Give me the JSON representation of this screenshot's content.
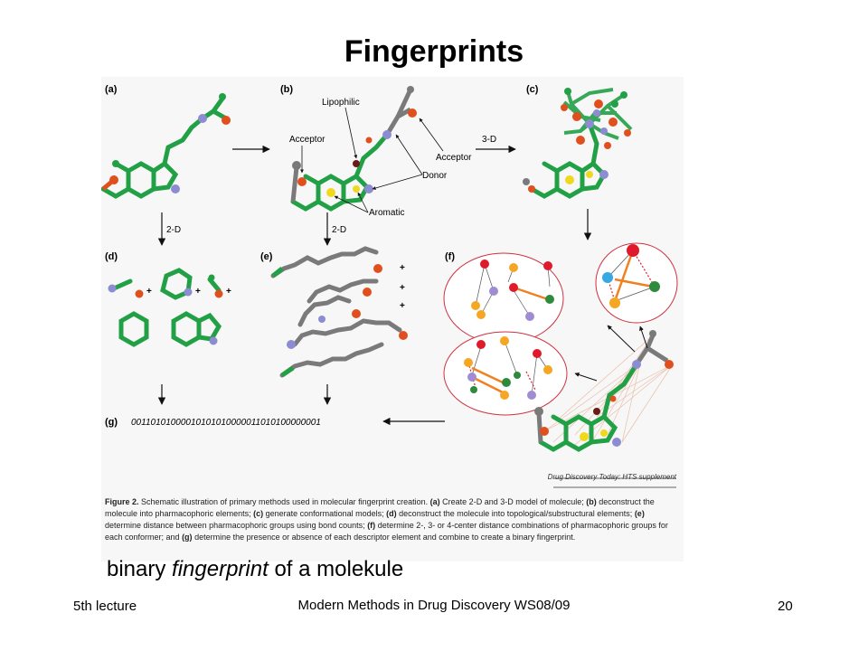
{
  "slide": {
    "title": "Fingerprints",
    "subtitle_prefix": "binary ",
    "subtitle_italic": "fingerprint",
    "subtitle_suffix": " of a molekule",
    "footer_left": "5th lecture",
    "footer_center": "Modern Methods in Drug Discovery WS08/09",
    "footer_right": "20"
  },
  "figure": {
    "panels": {
      "a": "(a)",
      "b": "(b)",
      "c": "(c)",
      "d": "(d)",
      "e": "(e)",
      "f": "(f)",
      "g": "(g)"
    },
    "annotations": {
      "lipophilic": "Lipophilic",
      "acceptor_left": "Acceptor",
      "acceptor_right": "Acceptor",
      "donor": "Donor",
      "aromatic": "Aromatic",
      "three_d": "3-D",
      "two_d_left": "2-D",
      "two_d_right": "2-D"
    },
    "bitstring": "00110101000010101010000011010100000001",
    "credit": "Drug Discovery Today: HTS supplement",
    "caption": {
      "figure_label": "Figure 2.",
      "intro": " Schematic illustration of primary methods used in molecular fingerprint creation. ",
      "a_label": "(a)",
      "a_text": " Create 2-D and 3-D model of molecule; ",
      "b_label": "(b)",
      "b_text": " deconstruct the molecule into pharmacophoric elements; ",
      "c_label": "(c)",
      "c_text": " generate conformational models; ",
      "d_label": "(d)",
      "d_text": " deconstruct the molecule into topological/substructural elements; ",
      "e_label": "(e)",
      "e_text": " determine distance between pharmacophoric groups using bond counts; ",
      "f_label": "(f)",
      "f_text": " determine 2-, 3- or 4-center distance combinations of pharmacophoric groups for each conformer; and ",
      "g_label": "(g)",
      "g_text": " determine the presence or absence of each descriptor element and combine to create a binary fingerprint."
    }
  },
  "colors": {
    "carbon": "#22a046",
    "oxygen": "#e0501e",
    "nitrogen": "#8c8cd2",
    "gray_atom": "#7a7a7a",
    "ring_yellow": "#f0d81e",
    "pharm_red": "#e01a2a",
    "pharm_orange": "#f5a623",
    "pharm_purple": "#a08cd2",
    "pharm_green": "#2e8b3e",
    "pharm_blue": "#36a9e0",
    "ellipse_stroke": "#d03040"
  }
}
